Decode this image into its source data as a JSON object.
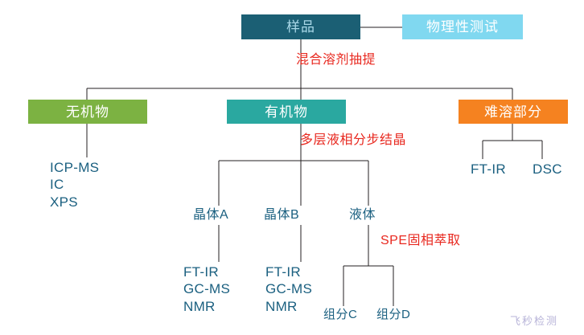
{
  "diagram": {
    "title_node": "样品",
    "watermark": "飞秒检测",
    "colors": {
      "sample_box": "#1b5f74",
      "sample_text": "#a9d8e8",
      "physical_box": "#80d8f0",
      "inorganic_box": "#7cb242",
      "organic_box": "#2aa8a0",
      "insoluble_box": "#f58220",
      "annotation_red": "#e8281f",
      "leaf_text_teal": "#1b6080",
      "connector_line": "#231f20",
      "watermark_color": "#b7b3d8"
    },
    "nodes": {
      "sample": "样品",
      "physical_test": "物理性测试",
      "inorganic": "无机物",
      "organic": "有机物",
      "insoluble": "难溶部分",
      "crystal_a": "晶体A",
      "crystal_b": "晶体B",
      "liquid": "液体",
      "component_c": "组分C",
      "component_d": "组分D"
    },
    "annotations": {
      "extraction": "混合溶剂抽提",
      "crystallization": "多层液相分步结晶",
      "spe": "SPE固相萃取"
    },
    "analyses": {
      "inorganic_methods": "ICP-MS\nIC\nXPS",
      "crystal_a_methods": "FT-IR\nGC-MS\nNMR",
      "crystal_b_methods": "FT-IR\nGC-MS\nNMR",
      "insoluble_ftir": "FT-IR",
      "insoluble_dsc": "DSC"
    }
  }
}
